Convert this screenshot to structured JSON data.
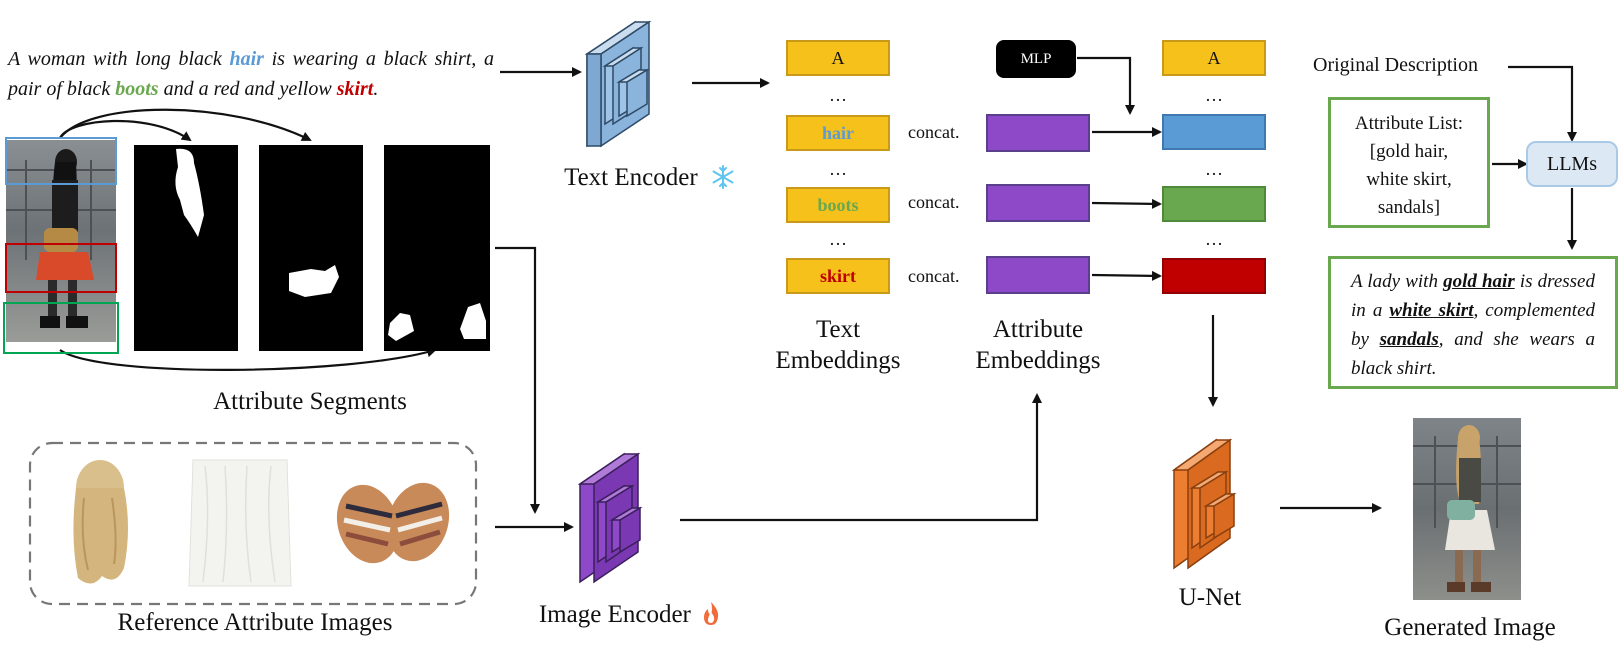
{
  "description": {
    "p1": "A woman with long black ",
    "w_hair": "hair",
    "p2": " is wearing a black shirt, a pair of black ",
    "w_boots": "boots",
    "p3": " and a red and yellow ",
    "w_skirt": "skirt",
    "p4": "."
  },
  "labels": {
    "attribute_segments": "Attribute Segments",
    "reference_images": "Reference Attribute Images",
    "text_encoder": "Text Encoder",
    "image_encoder": "Image Encoder",
    "text_embeddings_1": "Text",
    "text_embeddings_2": "Embeddings",
    "attribute_embeddings_1": "Attribute",
    "attribute_embeddings_2": "Embeddings",
    "unet": "U-Net",
    "generated_image": "Generated Image",
    "mlp": "MLP",
    "concat": "concat.",
    "original_description": "Original Description",
    "llms": "LLMs",
    "ellipsis": "…"
  },
  "tokens": {
    "a": "A",
    "hair": "hair",
    "boots": "boots",
    "skirt": "skirt"
  },
  "attribute_list": {
    "line1": "Attribute List:",
    "line2": "[gold hair,",
    "line3": "white skirt,",
    "line4": "sandals]"
  },
  "new_description": {
    "s1": "A lady with ",
    "b1": "gold hair",
    "s2": " is dressed in a ",
    "b2": "white skirt",
    "s3": ", complemented by ",
    "b3": "sandals",
    "s4": ", and she wears a black shirt."
  },
  "colors": {
    "token_yellow": "#f7c11b",
    "hair_blue": "#5b9bd5",
    "boots_green": "#6aa84f",
    "skirt_red": "#c00000",
    "attr_purple": "#8e49c8",
    "text_encoder": "#9dc3e6",
    "image_encoder": "#8e49c8",
    "unet": "#ed7d31"
  },
  "icons": {
    "frozen": "snowflake-icon",
    "trainable": "flame-icon"
  }
}
